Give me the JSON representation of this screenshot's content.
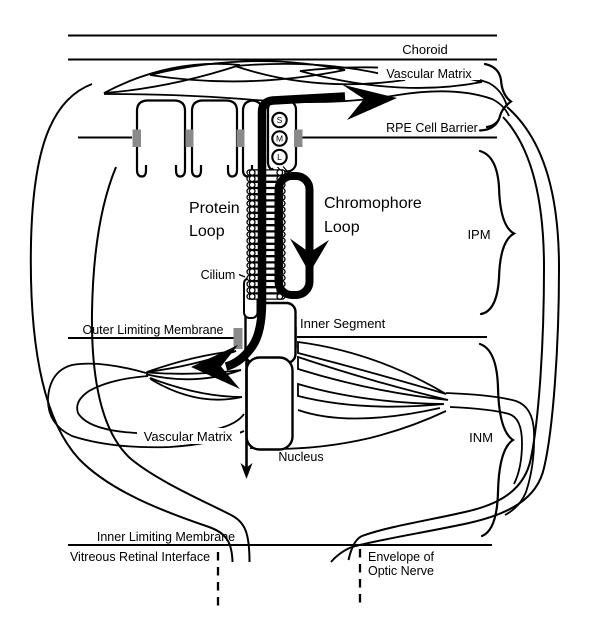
{
  "diagram": {
    "labels": {
      "choroid": "Choroid",
      "vascular_matrix_top": "Vascular Matrix",
      "rpe_cell_barrier": "RPE Cell Barrier",
      "protein_loop_line1": "Protein",
      "protein_loop_line2": "Loop",
      "chromophore_loop_line1": "Chromophore",
      "chromophore_loop_line2": "Loop",
      "ipm": "IPM",
      "cilium": "Cilium",
      "outer_limiting_membrane": "Outer Limiting Membrane",
      "inner_segment": "Inner Segment",
      "vascular_matrix_bottom": "Vascular Matrix",
      "nucleus": "Nucleus",
      "inm": "INM",
      "inner_limiting_membrane": "Inner Limiting Membrane",
      "vitreous_retinal_interface": "Vitreous Retinal Interface",
      "envelope_line1": "Envelope of",
      "envelope_line2": "Optic Nerve"
    },
    "opsin_circles": {
      "s": "S",
      "m": "M",
      "l": "L"
    },
    "colors": {
      "line": "#000000",
      "junction_gray": "#8a8a8a",
      "background": "#ffffff"
    }
  }
}
